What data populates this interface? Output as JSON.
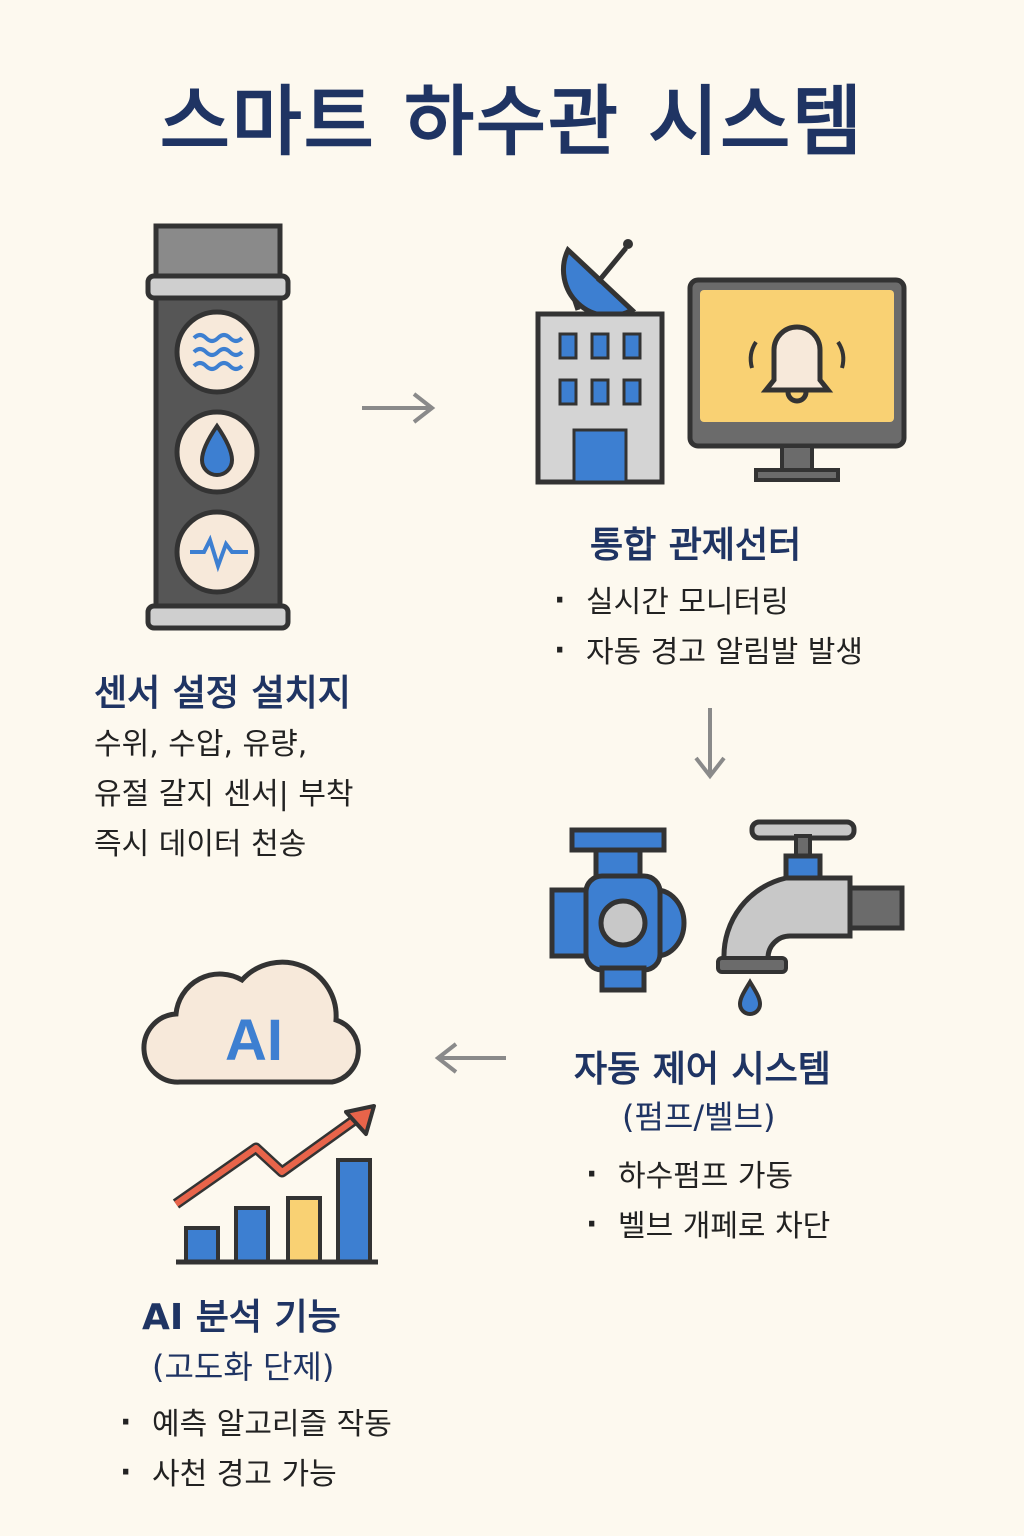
{
  "title": "스마트 하수관 시스템",
  "sensor": {
    "heading": "센서 설정 설치지",
    "lines": [
      "수위, 수압, 유량,",
      "유절 갈지 센서| 부착",
      "즉시 데이터 천송"
    ]
  },
  "control_center": {
    "heading": "통합 관제선터",
    "bullets": [
      "실시간 모니터링",
      "자동 경고 알림발 발생"
    ]
  },
  "auto_control": {
    "heading": "자동 제어 시스템",
    "subheading": "(펌프/벨브)",
    "bullets": [
      "하수펌프 가동",
      "벨브 개페로 차단"
    ]
  },
  "ai": {
    "cloud_label": "AI",
    "heading": "AI 분석 기능",
    "subheading": "(고도화 단제)",
    "bullets": [
      "예측 알고리즐 작동",
      "사천 경고 가능"
    ]
  },
  "colors": {
    "navy": "#1f3463",
    "blue": "#3d7fd1",
    "yellow": "#f9d173",
    "gray": "#6b6b6b",
    "red": "#e8644a"
  },
  "icons": [
    "sensor-pipe-icon",
    "satellite-dish-icon",
    "building-icon",
    "monitor-alert-icon",
    "pump-icon",
    "faucet-icon",
    "ai-cloud-icon",
    "growth-chart-icon"
  ]
}
